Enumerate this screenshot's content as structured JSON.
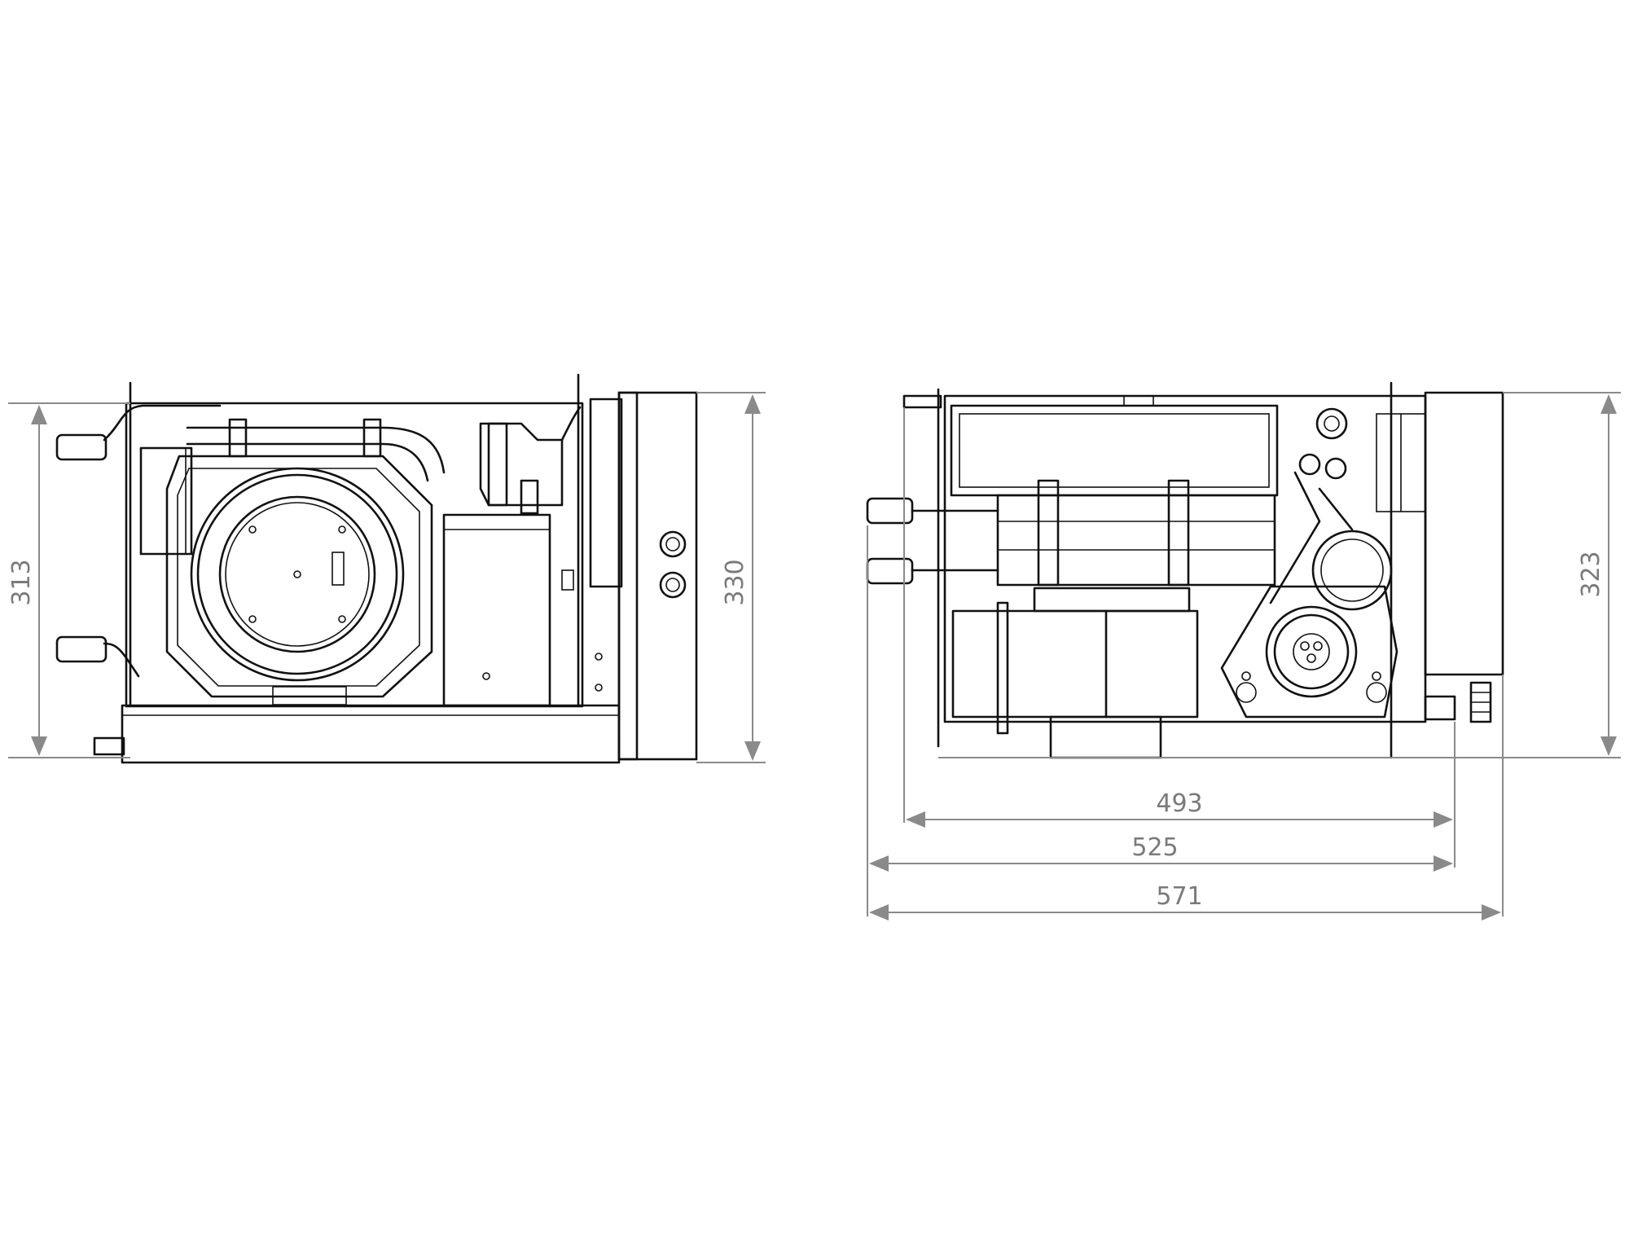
{
  "figure": {
    "type": "technical-dimension-drawing",
    "units": "mm",
    "views": [
      "side-view",
      "front-view"
    ]
  },
  "side_view": {
    "dimensions": {
      "unit_height": "313",
      "overall_height": "330"
    }
  },
  "front_view": {
    "dimensions": {
      "height": "323",
      "width_inner": "493",
      "width_mid": "525",
      "width_overall": "571"
    }
  },
  "colors": {
    "linework": "#111111",
    "dimension_lines": "#8a8a8a",
    "dimension_text": "#7a7a7a",
    "background": "#ffffff"
  }
}
